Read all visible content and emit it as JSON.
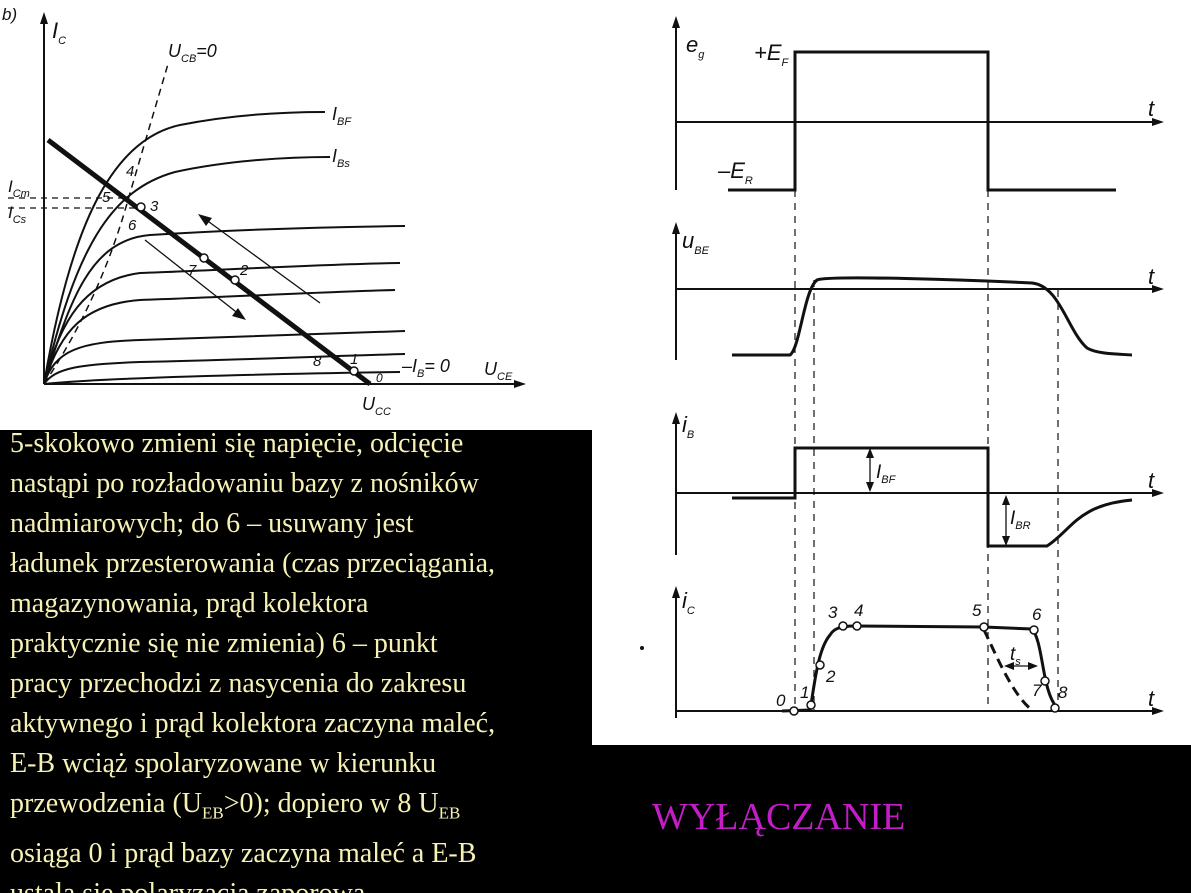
{
  "left_plot": {
    "panel_label": "b)",
    "y_axis": "I",
    "y_axis_sub": "C",
    "ucb_label": "U",
    "ucb_sub": "CB",
    "ucb_rest": "=0",
    "curve_ibf": "I",
    "curve_ibf_sub": "BF",
    "curve_ibs": "I",
    "curve_ibs_sub": "Bs",
    "icm": "I",
    "icm_sub": "Cm",
    "ics": "I",
    "ics_sub": "Cs",
    "ib0_prefix": "–I",
    "ib0_sub": "B",
    "ib0_rest": "= 0",
    "uce": "U",
    "uce_sub": "CE",
    "ucc": "U",
    "ucc_sub": "CC",
    "zero": "0",
    "points": [
      "1",
      "2",
      "3",
      "4",
      "5",
      "6",
      "7",
      "8"
    ]
  },
  "right_plot": {
    "eg_label": "e",
    "eg_sub": "g",
    "ef_label": "+E",
    "ef_sub": "F",
    "er_label": "–E",
    "er_sub": "R",
    "ube_label": "u",
    "ube_sub": "BE",
    "ib_label": "i",
    "ib_sub": "B",
    "ibf_label": "I",
    "ibf_sub": "BF",
    "ibr_label": "I",
    "ibr_sub": "BR",
    "ic_label": "i",
    "ic_sub": "C",
    "ts_label": "t",
    "ts_sub": "s",
    "t_label": "t",
    "ic_points": [
      "0",
      "1",
      "2",
      "3",
      "4",
      "5",
      "6",
      "7",
      "8"
    ]
  },
  "description_lines": [
    "5-skokowo zmieni się napięcie, odcięcie",
    "nastąpi po rozładowaniu bazy z nośników",
    "nadmiarowych; do 6 – usuwany jest",
    "ładunek przesterowania (czas przeciągania,",
    "magazynowania, prąd kolektora",
    "praktycznie się nie zmienia) 6 – punkt",
    "pracy przechodzi z nasycenia do zakresu",
    "aktywnego i prąd kolektora zaczyna maleć,",
    "E-B wciąż spolaryzowane w kierunku",
    "przewodzenia (U<sub>EB</sub>>0); dopiero w 8 U<sub>EB</sub>",
    "osiąga 0 i prąd bazy zaczyna maleć a E-B",
    "ustala się polaryzacja zaporowa"
  ],
  "description_line10": {
    "a": "przewodzenia (U",
    "b": "EB",
    "c": ">0); dopiero w 8 U",
    "d": "EB"
  },
  "title": "WYŁĄCZANIE",
  "colors": {
    "background": "#000000",
    "text": "#f6f2b4",
    "title": "#c21dc6",
    "ink": "#111111"
  }
}
